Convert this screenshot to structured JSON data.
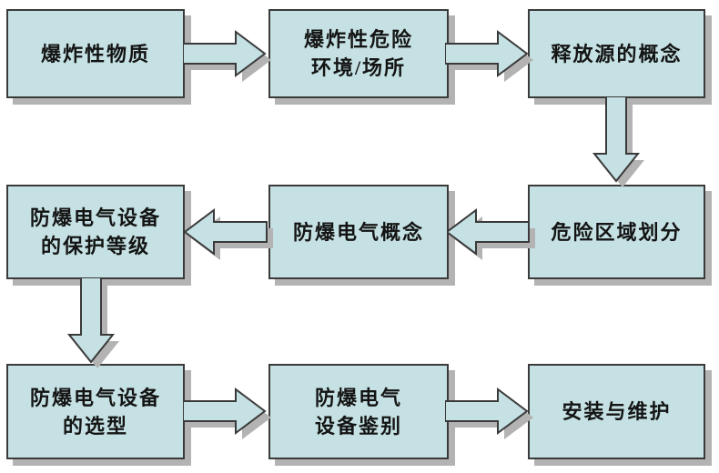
{
  "diagram": {
    "type": "flowchart",
    "style": {
      "node_fill": "#c5e1e3",
      "node_border": "#3a3a3a",
      "shadow": "#b3b3b3",
      "text_color": "#141414",
      "background": "#ffffff"
    },
    "nodes": [
      {
        "name": "explosive-substances",
        "lines": [
          "爆炸性物质"
        ]
      },
      {
        "name": "explosive-hazardous-environment",
        "lines": [
          "爆炸性危险",
          "环境/场所"
        ]
      },
      {
        "name": "release-source-concept",
        "lines": [
          "释放源的概念"
        ]
      },
      {
        "name": "hazardous-area-classification",
        "lines": [
          "危险区域划分"
        ]
      },
      {
        "name": "explosion-proof-electrical-concept",
        "lines": [
          "防爆电气概念"
        ]
      },
      {
        "name": "equipment-protection-level",
        "lines": [
          "防爆电气设备",
          "的保护等级"
        ]
      },
      {
        "name": "equipment-type-selection",
        "lines": [
          "防爆电气设备",
          "的选型"
        ]
      },
      {
        "name": "equipment-identification",
        "lines": [
          "防爆电气",
          "设备鉴别"
        ]
      },
      {
        "name": "installation-and-maintenance",
        "lines": [
          "安装与维护"
        ]
      }
    ],
    "connections": [
      {
        "from": "爆炸性物质",
        "to": "爆炸性危险环境/场所",
        "direction": "right"
      },
      {
        "from": "爆炸性危险环境/场所",
        "to": "释放源的概念",
        "direction": "right"
      },
      {
        "from": "释放源的概念",
        "to": "危险区域划分",
        "direction": "down"
      },
      {
        "from": "危险区域划分",
        "to": "防爆电气概念",
        "direction": "left"
      },
      {
        "from": "防爆电气概念",
        "to": "防爆电气设备的保护等级",
        "direction": "left"
      },
      {
        "from": "防爆电气设备的保护等级",
        "to": "防爆电气设备的选型",
        "direction": "down"
      },
      {
        "from": "防爆电气设备的选型",
        "to": "防爆电气设备鉴别",
        "direction": "right"
      },
      {
        "from": "防爆电气设备鉴别",
        "to": "安装与维护",
        "direction": "right"
      }
    ]
  }
}
